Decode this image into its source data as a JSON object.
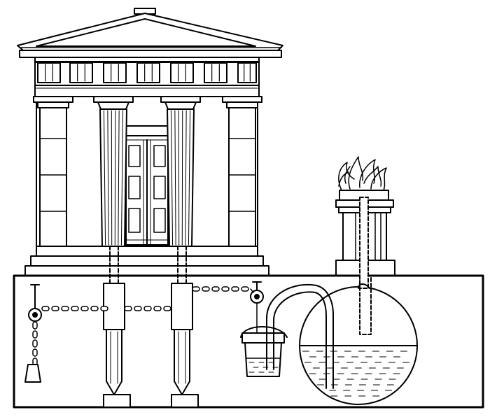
{
  "figure": {
    "subject": "temple-door-opening-mechanism",
    "parts": [
      "temple-pediment",
      "temple-columns",
      "temple-doors",
      "temple-steps",
      "altar",
      "altar-fire",
      "underground-chamber",
      "pulley",
      "chain",
      "counterweight",
      "door-pivot-axles",
      "bucket",
      "siphon-pipe",
      "spherical-water-vessel",
      "water"
    ],
    "colors": {
      "line": "#000000",
      "background": "#ffffff"
    }
  }
}
